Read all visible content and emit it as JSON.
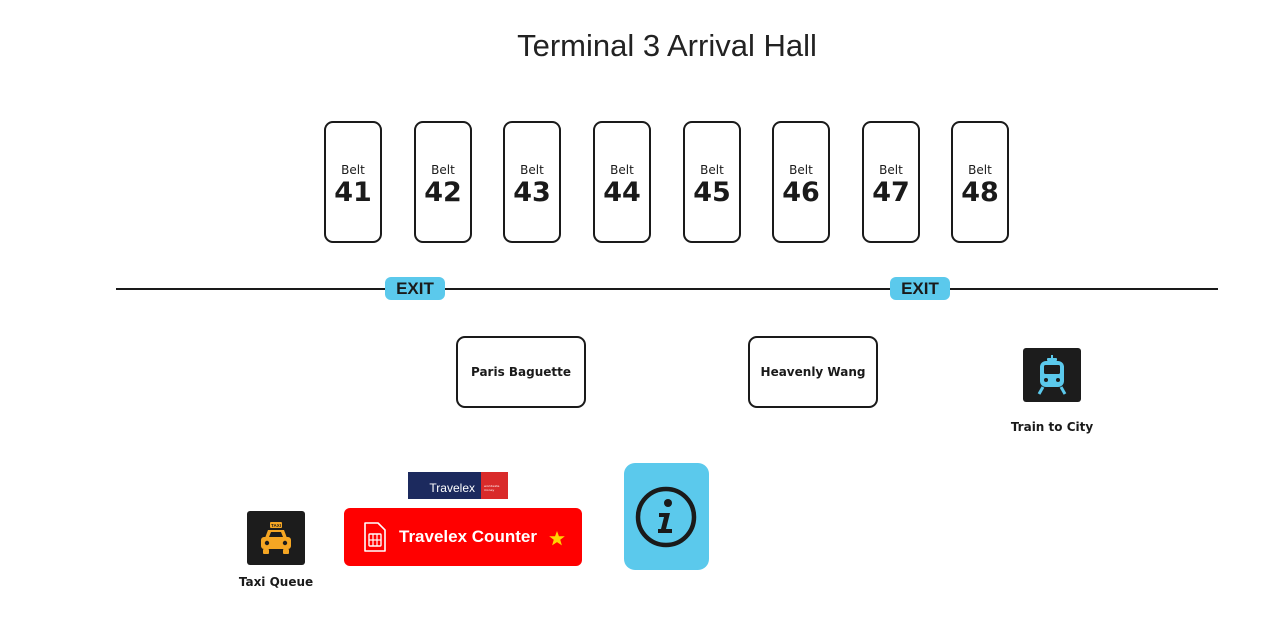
{
  "title": "Terminal 3 Arrival Hall",
  "belt_label": "Belt",
  "belts": [
    "41",
    "42",
    "43",
    "44",
    "45",
    "46",
    "47",
    "48"
  ],
  "exits": [
    "EXIT",
    "EXIT"
  ],
  "shops": [
    "Paris Baguette",
    "Heavenly Wang"
  ],
  "train": {
    "label": "Train to City",
    "icon": "train-icon"
  },
  "taxi": {
    "label": "Taxi Queue",
    "icon": "taxi-icon"
  },
  "travelex": {
    "logo_text": "Travelex",
    "logo_tagline": "worldwide money",
    "counter_label": "Travelex Counter",
    "icon": "sim-card-icon",
    "badge": "star-icon"
  },
  "info": {
    "icon": "info-icon"
  },
  "colors": {
    "accent_blue": "#5bc9ec",
    "travelex_red": "#ff0000",
    "travelex_navy": "#1c2a5e",
    "taxi_yellow": "#f5a623",
    "icon_bg": "#1c1c1c"
  }
}
